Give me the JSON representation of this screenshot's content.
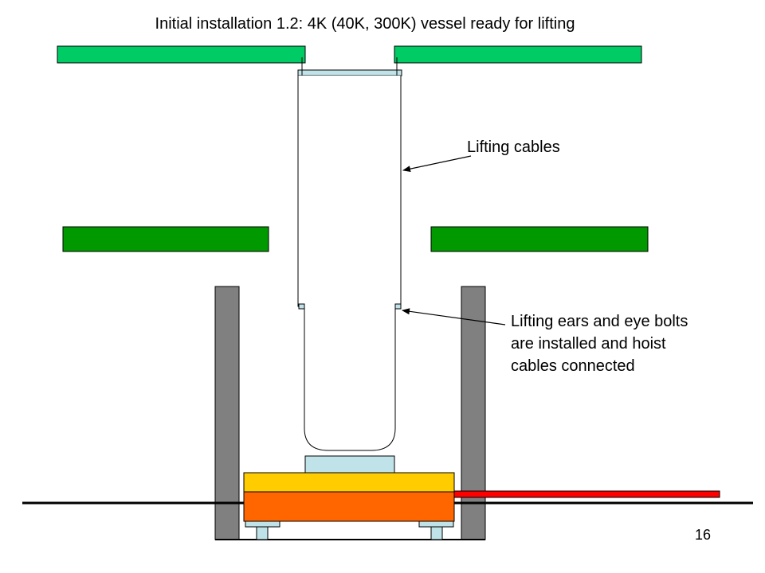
{
  "title": "Initial installation 1.2: 4K (40K, 300K) vessel ready for lifting",
  "labels": {
    "lifting_cables": "Lifting cables",
    "lifting_ears": [
      "Lifting ears and eye bolts",
      "are installed and hoist",
      "cables connected"
    ]
  },
  "page_number": "16",
  "colors": {
    "top_beam": "#00cc66",
    "middle_beam": "#009900",
    "vessel_fill": "#ffffff",
    "flange": "#bfe3e8",
    "support_column": "#808080",
    "platform_top": "#ffcc00",
    "platform_bottom": "#ff6600",
    "floor_bar": "#ff0000",
    "outline": "#000000"
  }
}
